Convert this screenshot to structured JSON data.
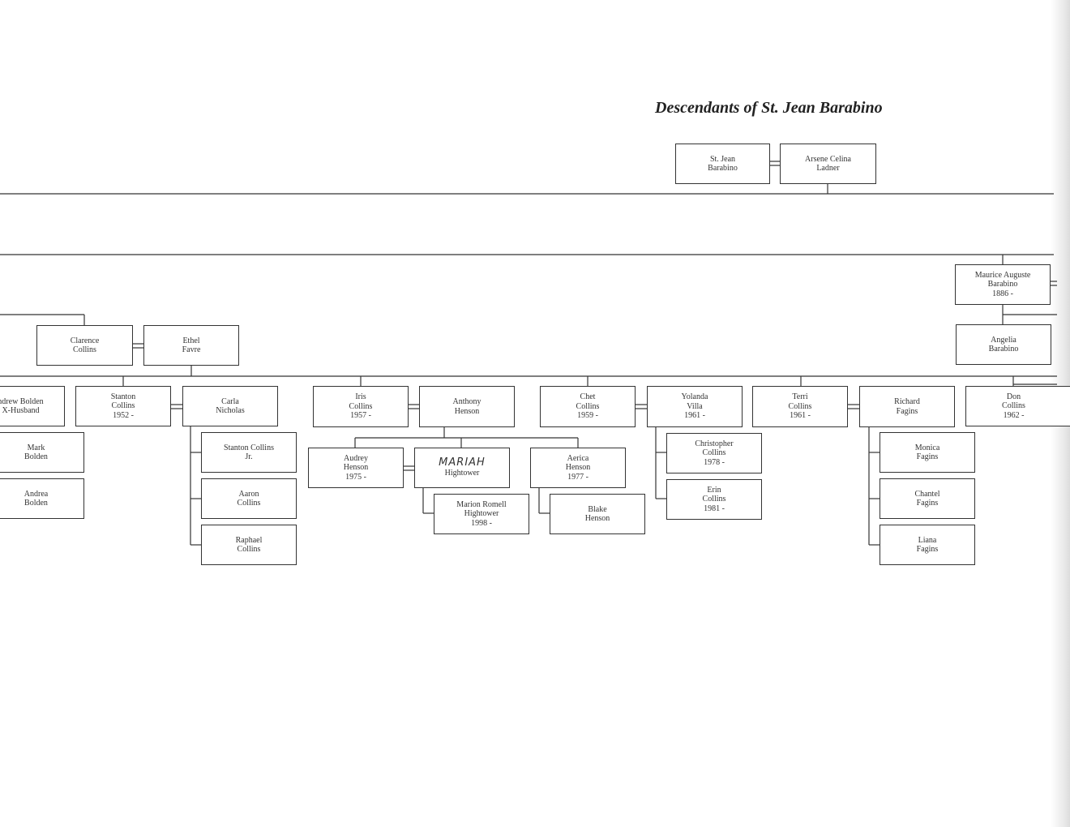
{
  "title": "Descendants of St. Jean Barabino",
  "people": {
    "st_jean": [
      "St. Jean",
      "Barabino"
    ],
    "arsene": [
      "Arsene Celina",
      "Ladner"
    ],
    "maurice": [
      "Maurice Auguste",
      "Barabino",
      "1886 -"
    ],
    "angelia": [
      "Angelia",
      "Barabino"
    ],
    "clarence": [
      "Clarence",
      "Collins"
    ],
    "ethel": [
      "Ethel",
      "Favre"
    ],
    "andrew": [
      "ndrew Bolden",
      "X-Husband"
    ],
    "stanton": [
      "Stanton",
      "Collins",
      "1952 -"
    ],
    "carla": [
      "Carla",
      "Nicholas"
    ],
    "iris": [
      "Iris",
      "Collins",
      "1957 -"
    ],
    "anthony": [
      "Anthony",
      "Henson"
    ],
    "chet": [
      "Chet",
      "Collins",
      "1959 -"
    ],
    "yolanda": [
      "Yolanda",
      "Villa",
      "1961 -"
    ],
    "terri": [
      "Terri",
      "Collins",
      "1961 -"
    ],
    "richard": [
      "Richard",
      "Fagins"
    ],
    "don": [
      "Don",
      "Collins",
      "1962 -"
    ],
    "mark": [
      "Mark",
      "Bolden"
    ],
    "andrea": [
      "Andrea",
      "Bolden"
    ],
    "stanton_jr": [
      "Stanton Collins",
      "Jr."
    ],
    "aaron": [
      "Aaron",
      "Collins"
    ],
    "raphael": [
      "Raphael",
      "Collins"
    ],
    "audrey": [
      "Audrey",
      "Henson",
      "1975 -"
    ],
    "hightower": {
      "handwritten": "MARIAH",
      "lines": [
        "Hightower"
      ]
    },
    "aerica": [
      "Aerica",
      "Henson",
      "1977 -"
    ],
    "marion": [
      "Marion Romell",
      "Hightower",
      "1998 -"
    ],
    "blake": [
      "Blake",
      "Henson"
    ],
    "christopher": [
      "Christopher",
      "Collins",
      "1978 -"
    ],
    "erin": [
      "Erin",
      "Collins",
      "1981 -"
    ],
    "monica": [
      "Monica",
      "Fagins"
    ],
    "chantel": [
      "Chantel",
      "Fagins"
    ],
    "liana": [
      "Liana",
      "Fagins"
    ]
  }
}
